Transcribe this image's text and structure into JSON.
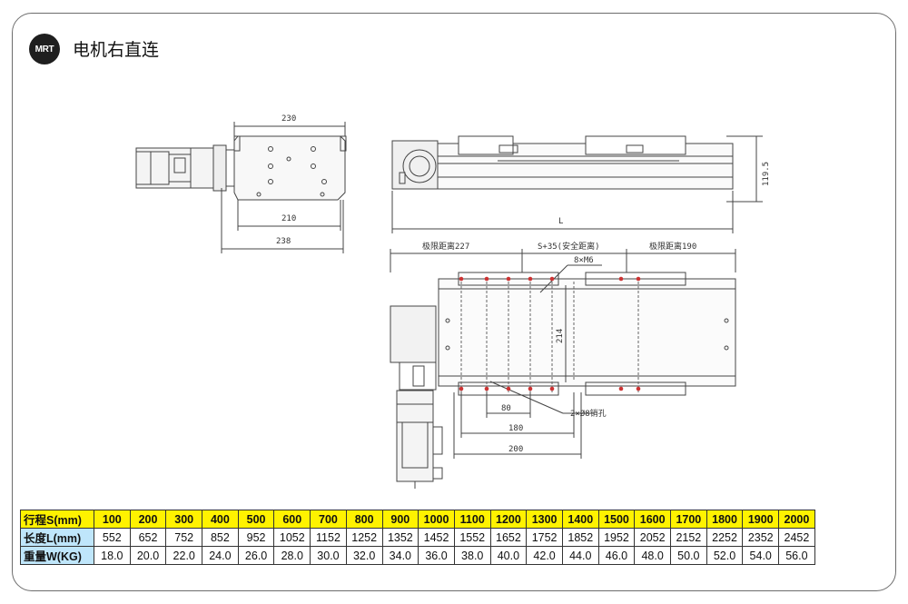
{
  "header": {
    "logo_text": "MRT",
    "title": "电机右直连"
  },
  "dims": {
    "d230": "230",
    "d210": "210",
    "d238": "238",
    "d119": "119.5",
    "dL": "L",
    "limit_left": "极限距离227",
    "safety": "S+35(安全距离)",
    "limit_right": "极限距离190",
    "bolt": "8×M6",
    "d214": "214",
    "d80": "80",
    "d180": "180",
    "d200": "200",
    "pin": "2×Ø8销孔"
  },
  "table": {
    "rows": [
      {
        "label": "行程S(mm)",
        "values": [
          "100",
          "200",
          "300",
          "400",
          "500",
          "600",
          "700",
          "800",
          "900",
          "1000",
          "1100",
          "1200",
          "1300",
          "1400",
          "1500",
          "1600",
          "1700",
          "1800",
          "1900",
          "2000"
        ]
      },
      {
        "label": "长度L(mm)",
        "values": [
          "552",
          "652",
          "752",
          "852",
          "952",
          "1052",
          "1152",
          "1252",
          "1352",
          "1452",
          "1552",
          "1652",
          "1752",
          "1852",
          "1952",
          "2052",
          "2152",
          "2252",
          "2352",
          "2452"
        ]
      },
      {
        "label": "重量W(KG)",
        "values": [
          "18.0",
          "20.0",
          "22.0",
          "24.0",
          "26.0",
          "28.0",
          "30.0",
          "32.0",
          "34.0",
          "36.0",
          "38.0",
          "40.0",
          "42.0",
          "44.0",
          "46.0",
          "48.0",
          "50.0",
          "52.0",
          "54.0",
          "56.0"
        ]
      }
    ]
  }
}
